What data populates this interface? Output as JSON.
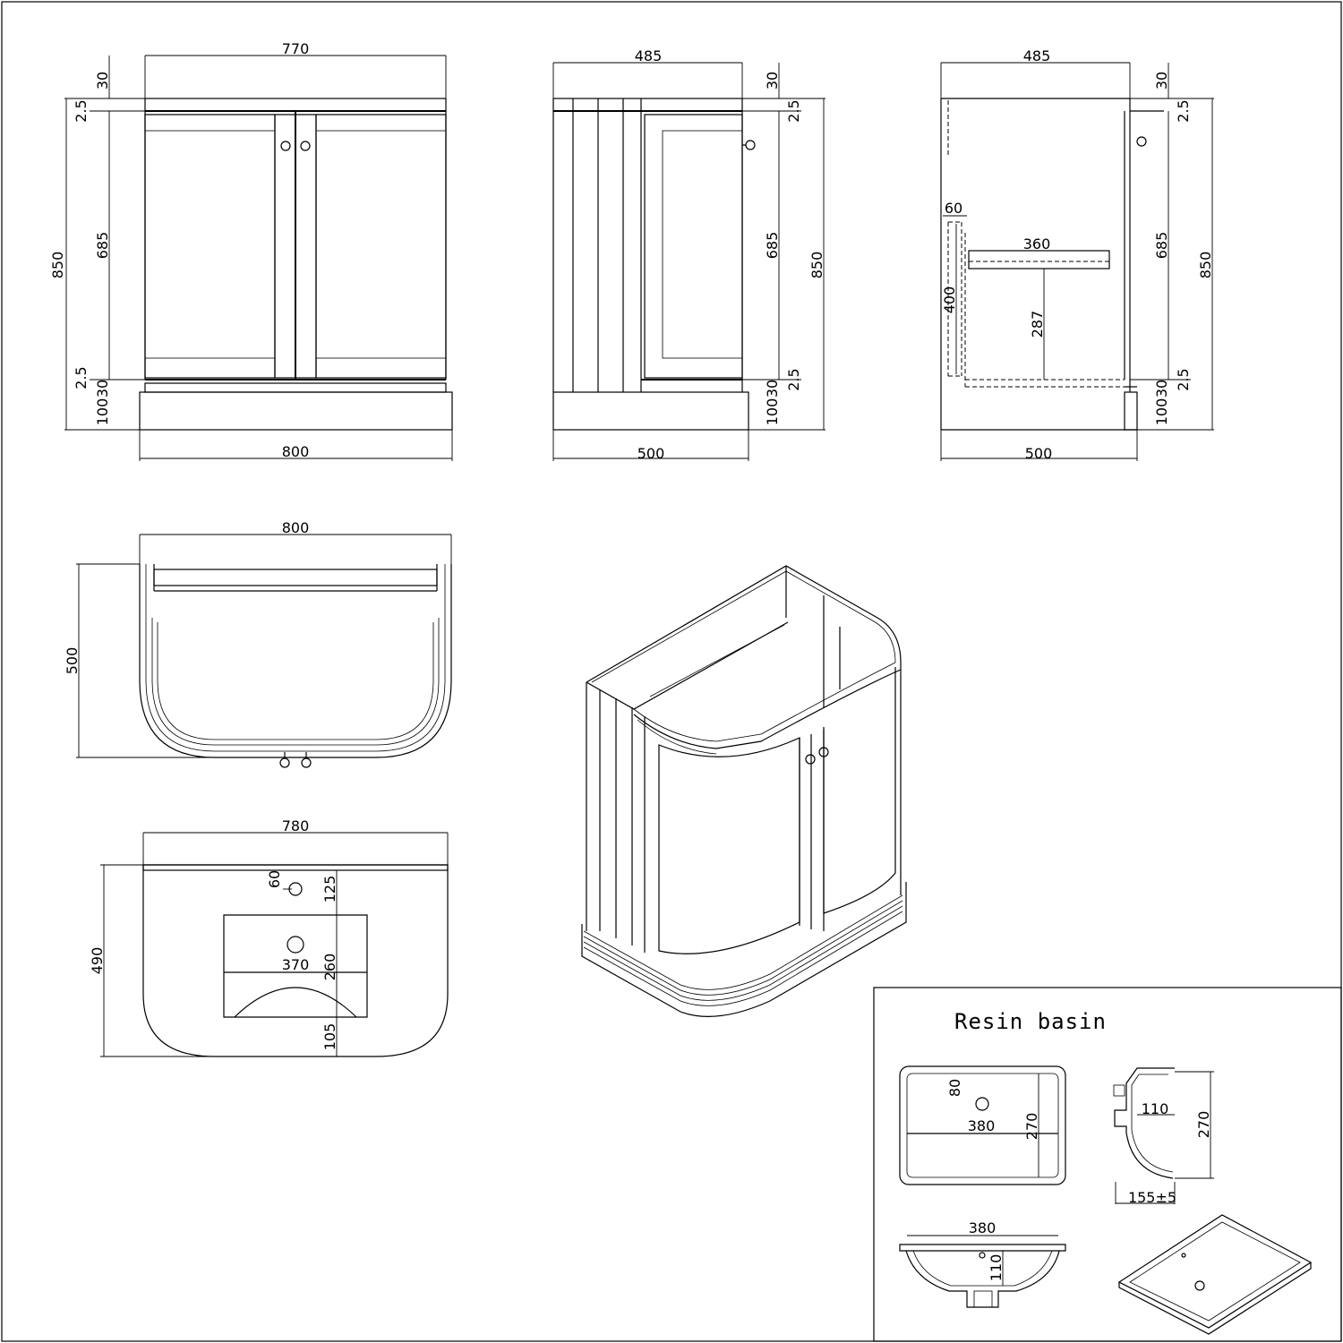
{
  "front_view": {
    "top_width": "770",
    "bottom_width": "800",
    "height_total": "850",
    "height_doors": "685",
    "top_30": "30",
    "top_2_5": "2.5",
    "bottom_2_5": "2.5",
    "bottom_30": "30",
    "plinth_100": "100"
  },
  "side_view": {
    "top_width": "485",
    "bottom_width": "500",
    "height_total": "850",
    "height_doors": "685",
    "top_30": "30",
    "top_2_5": "2.5",
    "bottom_2_5": "2.5",
    "bottom_30": "30",
    "plinth_100": "100"
  },
  "section_view": {
    "top_width": "485",
    "bottom_width": "500",
    "height_total": "850",
    "height_doors": "685",
    "top_30": "30",
    "top_2_5": "2.5",
    "bottom_2_5": "2.5",
    "bottom_30": "30",
    "plinth_100": "100",
    "shelf_depth": "360",
    "shelf_height": "287",
    "panel_60": "60",
    "panel_400": "400"
  },
  "plan_view": {
    "width": "800",
    "depth": "500"
  },
  "top_view": {
    "width": "780",
    "depth": "490",
    "tap_hole": "60",
    "to_basin": "125",
    "basin_width": "370",
    "basin_depth": "260",
    "to_front": "105"
  },
  "basin_panel": {
    "title": "Resin basin",
    "top": {
      "hole": "80",
      "width": "380",
      "depth": "270"
    },
    "side": {
      "rim": "110",
      "depth": "270",
      "height": "155±5"
    },
    "front": {
      "width": "380",
      "rim": "110"
    }
  }
}
